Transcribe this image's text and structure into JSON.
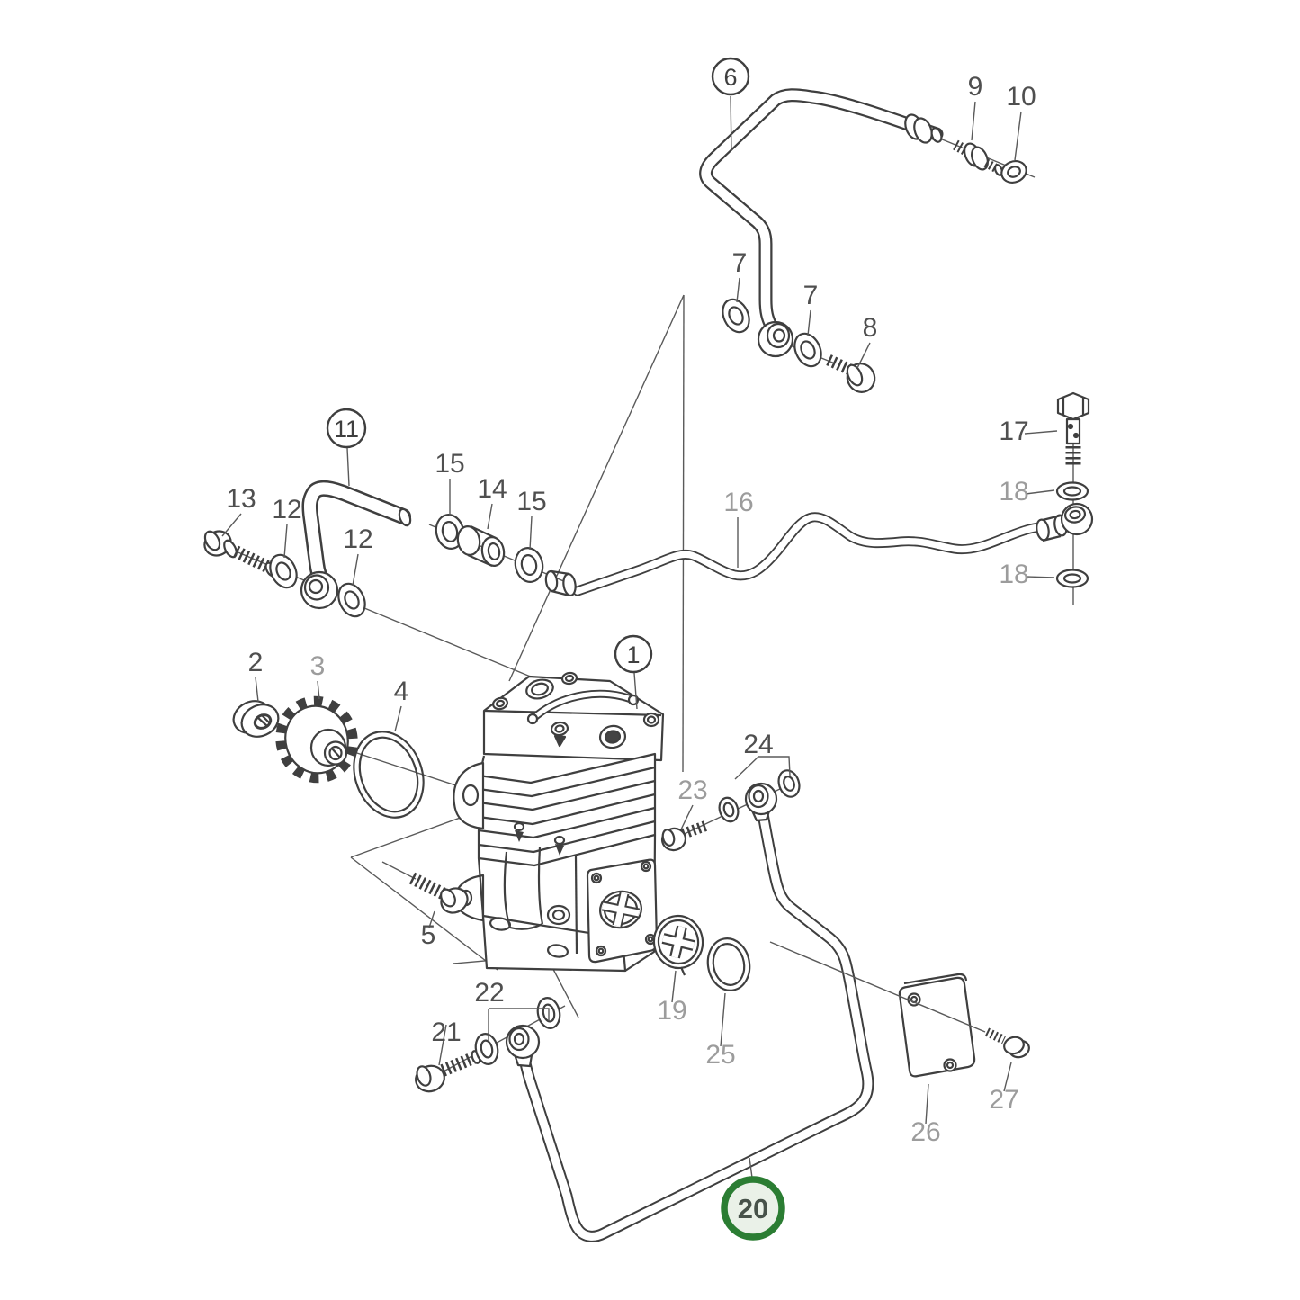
{
  "diagram": {
    "type": "exploded parts diagram (air compressor and pipes)",
    "highlighted_callout": "20",
    "colors": {
      "background": "#ffffff",
      "line": "#3f3f3f",
      "label_dark": "#4f4f4f",
      "label_gray": "#9c9c9c",
      "highlight_ring": "#2b7d33",
      "highlight_fill": "#eaf1e8",
      "highlight_text": "#47524a"
    }
  },
  "callouts": [
    {
      "label": "6",
      "style": "circled"
    },
    {
      "label": "9",
      "style": "dark"
    },
    {
      "label": "10",
      "style": "dark"
    },
    {
      "label": "7",
      "style": "dark"
    },
    {
      "label": "7",
      "style": "dark"
    },
    {
      "label": "8",
      "style": "dark"
    },
    {
      "label": "11",
      "style": "circled"
    },
    {
      "label": "13",
      "style": "dark"
    },
    {
      "label": "12",
      "style": "dark"
    },
    {
      "label": "12",
      "style": "dark"
    },
    {
      "label": "15",
      "style": "dark"
    },
    {
      "label": "14",
      "style": "dark"
    },
    {
      "label": "15",
      "style": "dark"
    },
    {
      "label": "16",
      "style": "gray"
    },
    {
      "label": "17",
      "style": "dark"
    },
    {
      "label": "18",
      "style": "gray"
    },
    {
      "label": "18",
      "style": "gray"
    },
    {
      "label": "1",
      "style": "circled"
    },
    {
      "label": "2",
      "style": "dark"
    },
    {
      "label": "3",
      "style": "gray"
    },
    {
      "label": "4",
      "style": "dark"
    },
    {
      "label": "5",
      "style": "dark"
    },
    {
      "label": "23",
      "style": "gray"
    },
    {
      "label": "24",
      "style": "dark"
    },
    {
      "label": "19",
      "style": "gray"
    },
    {
      "label": "25",
      "style": "gray"
    },
    {
      "label": "21",
      "style": "dark"
    },
    {
      "label": "22",
      "style": "dark"
    },
    {
      "label": "26",
      "style": "gray"
    },
    {
      "label": "27",
      "style": "gray"
    },
    {
      "label": "20",
      "style": "highlighted"
    }
  ]
}
